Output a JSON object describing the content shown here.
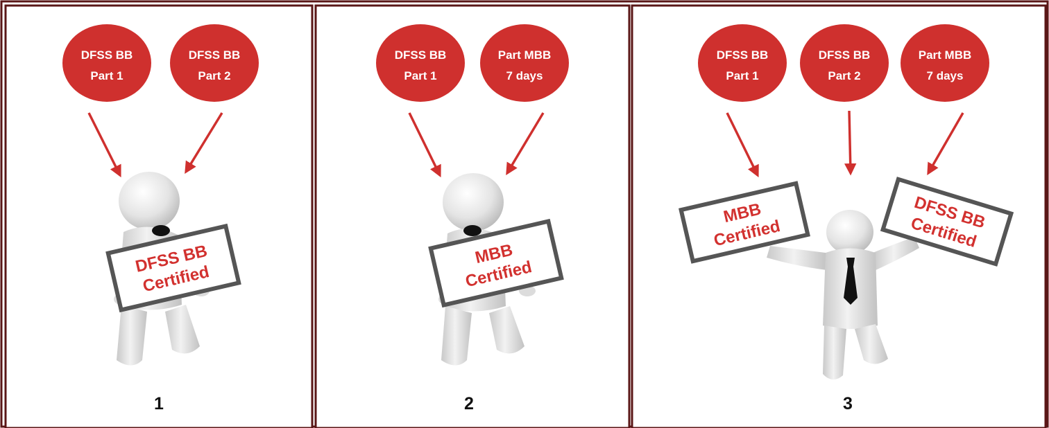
{
  "colors": {
    "frame": "#5a1616",
    "bubble": "#cf302e",
    "bubble_text": "#ffffff",
    "arrow": "#cf302e",
    "sign_text": "#d2312f",
    "sign_border": "#555555",
    "figure": "#e6e6e6",
    "tie": "#111111"
  },
  "panels": [
    {
      "number": "1",
      "bubbles": [
        {
          "line1": "DFSS BB",
          "line2": "Part 1"
        },
        {
          "line1": "DFSS BB",
          "line2": "Part 2"
        }
      ],
      "signs": [
        {
          "line1": "DFSS BB",
          "line2": "Certified"
        }
      ],
      "figure_icon": "person-holding-sign-icon"
    },
    {
      "number": "2",
      "bubbles": [
        {
          "line1": "DFSS BB",
          "line2": "Part 1"
        },
        {
          "line1": "Part MBB",
          "line2": "7 days"
        }
      ],
      "signs": [
        {
          "line1": "MBB",
          "line2": "Certified"
        }
      ],
      "figure_icon": "person-holding-sign-icon"
    },
    {
      "number": "3",
      "bubbles": [
        {
          "line1": "DFSS BB",
          "line2": "Part 1"
        },
        {
          "line1": "DFSS BB",
          "line2": "Part 2"
        },
        {
          "line1": "Part MBB",
          "line2": "7 days"
        }
      ],
      "signs": [
        {
          "line1": "MBB",
          "line2": "Certified"
        },
        {
          "line1": "DFSS BB",
          "line2": "Certified"
        }
      ],
      "figure_icon": "person-raising-two-signs-icon"
    }
  ]
}
